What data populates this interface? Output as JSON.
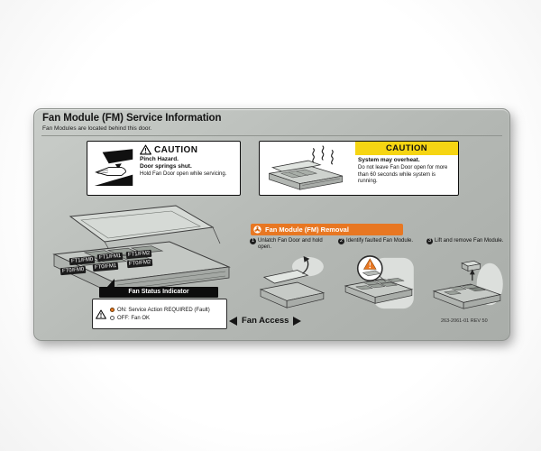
{
  "plate": {
    "title": "Fan Module (FM) Service Information",
    "subtitle": "Fan Modules are located behind this door.",
    "part_number": "263-2061-01 REV 50",
    "fan_access_label": "Fan Access"
  },
  "caution_pinch": {
    "header": "CAUTION",
    "bold_lines": [
      "Pinch Hazard.",
      "Door springs shut."
    ],
    "text": "Hold Fan Door open while servicing."
  },
  "caution_overheat": {
    "header": "CAUTION",
    "bold_line": "System may overheat.",
    "text": "Do not leave Fan Door open for more than 60 seconds while system is running."
  },
  "fan_labels": [
    "FT1/FM0",
    "FT1/FM1",
    "FT1/FM2",
    "FT0/FM0",
    "FT0/FM1",
    "FT0/FM2"
  ],
  "status_indicator": {
    "title": "Fan Status Indicator",
    "rows": [
      {
        "led": "on",
        "text": "ON: Service Action REQUIRED (Fault)"
      },
      {
        "led": "off",
        "text": "OFF: Fan OK"
      }
    ]
  },
  "removal": {
    "header": "Fan Module (FM) Removal",
    "header_icon": "fan-icon",
    "steps": [
      {
        "num": "1",
        "text": "Unlatch Fan Door and hold open."
      },
      {
        "num": "2",
        "text": "Identify faulted Fan Module."
      },
      {
        "num": "3",
        "text": "Lift and remove Fan Module."
      }
    ]
  },
  "icons": {
    "caution_boxes": "warning-triangle-icon",
    "pinch_graphic": "pinch-hazard-icon",
    "overheat_graphic": "overheating-chassis-icon",
    "removal_header": "fan-icon",
    "fan_access": [
      "left-arrow-icon",
      "right-arrow-icon"
    ]
  },
  "colors": {
    "plate": "#b6bab6",
    "caution_yellow": "#f6d513",
    "orange": "#e87722",
    "black": "#0d0d0d"
  }
}
